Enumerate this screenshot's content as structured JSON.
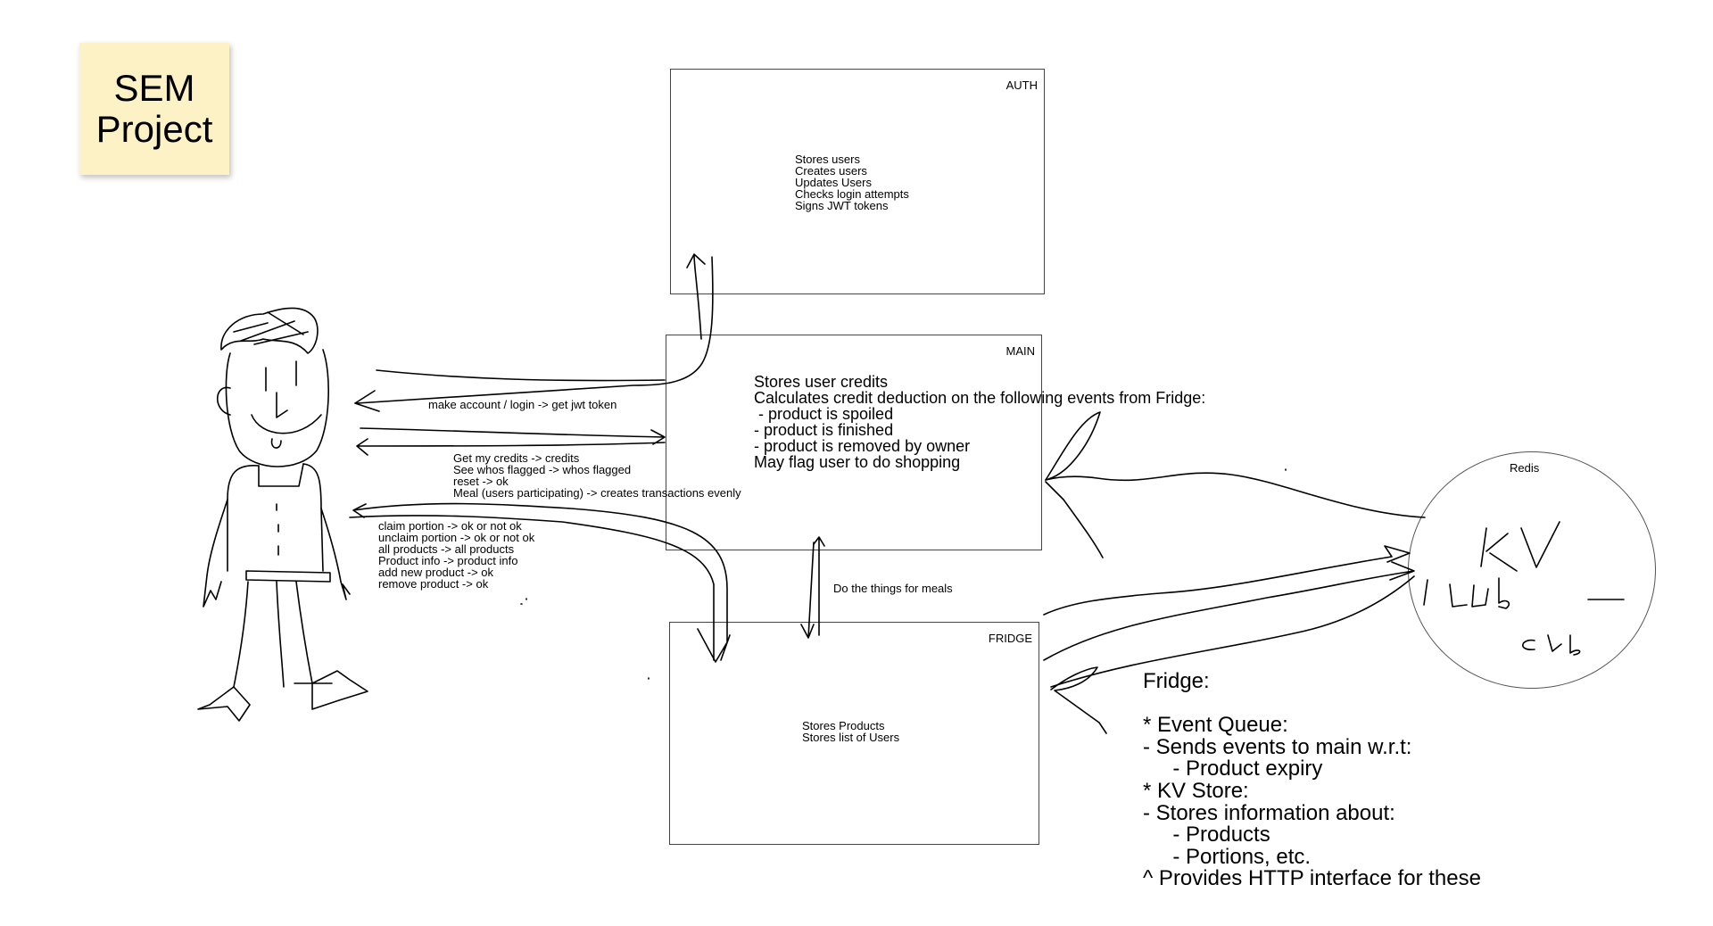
{
  "sticky": {
    "text": "SEM\nProject",
    "color": "#fdf2c6"
  },
  "services": {
    "auth": {
      "name": "AUTH",
      "lines": [
        "Stores users",
        "Creates users",
        "Updates Users",
        "Checks login attempts",
        "Signs JWT tokens"
      ]
    },
    "main": {
      "name": "MAIN",
      "lines": [
        "Stores user credits",
        "Calculates credit deduction on the following events from Fridge:",
        " - product is spoiled",
        "- product is finished",
        "- product is removed by owner",
        "May flag user to do shopping"
      ]
    },
    "fridge": {
      "name": "FRIDGE",
      "lines": [
        "Stores Products",
        "Stores list of Users"
      ]
    }
  },
  "redis": {
    "name": "Redis"
  },
  "arrows": {
    "login": "make account / login -> get jwt token",
    "main_calls": [
      "Get my credits -> credits",
      "See whos flagged -> whos flagged",
      "reset -> ok",
      "Meal (users participating) ->  creates transactions evenly"
    ],
    "fridge_calls": [
      "claim portion -> ok or not ok",
      "unclaim portion -> ok or not ok",
      "all products -> all products",
      "Product info -> product info",
      "add new product -> ok",
      "remove product -> ok"
    ],
    "meals": "Do the things for meals"
  },
  "notes": {
    "lines": [
      "Fridge:",
      "",
      "* Event Queue:",
      "- Sends events to main w.r.t:",
      "     - Product expiry",
      "* KV Store:",
      "- Stores information about:",
      "     - Products",
      "     - Portions, etc.",
      "^ Provides HTTP interface for these"
    ]
  }
}
